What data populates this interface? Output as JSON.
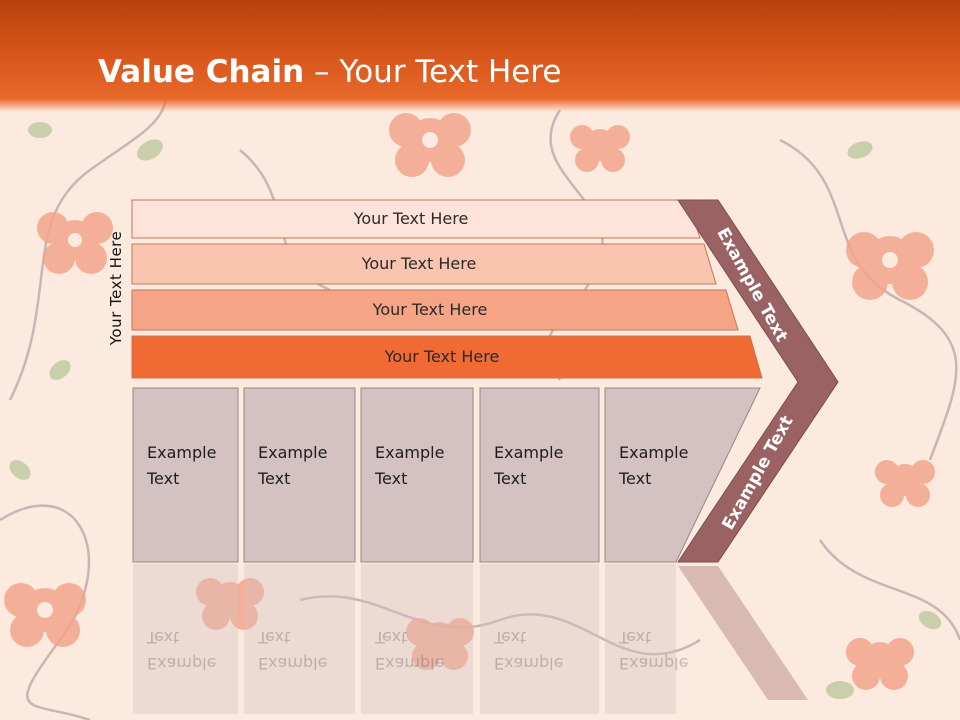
{
  "slide": {
    "title_bold": "Value Chain",
    "title_rest": " – Your Text Here",
    "side_label": "Your Text Here"
  },
  "bars": [
    {
      "label": "Your Text Here",
      "color": "#fde3d9"
    },
    {
      "label": "Your Text Here",
      "color": "#f9c5ae"
    },
    {
      "label": "Your Text Here",
      "color": "#f5a585"
    },
    {
      "label": "Your Text Here",
      "color": "#f06a33"
    }
  ],
  "boxes": [
    {
      "line1": "Example",
      "line2": "Text"
    },
    {
      "line1": "Example",
      "line2": "Text"
    },
    {
      "line1": "Example",
      "line2": "Text"
    },
    {
      "line1": "Example",
      "line2": "Text"
    },
    {
      "line1": "Example",
      "line2": "Text"
    }
  ],
  "arrow": {
    "upper_label": "Example Text",
    "lower_label": "Example Text",
    "color": "#9a6262"
  },
  "colors": {
    "header": "#d4541a",
    "box_fill": "#d4c1c1",
    "box_border": "#9a8585",
    "background": "#fbeadd"
  }
}
